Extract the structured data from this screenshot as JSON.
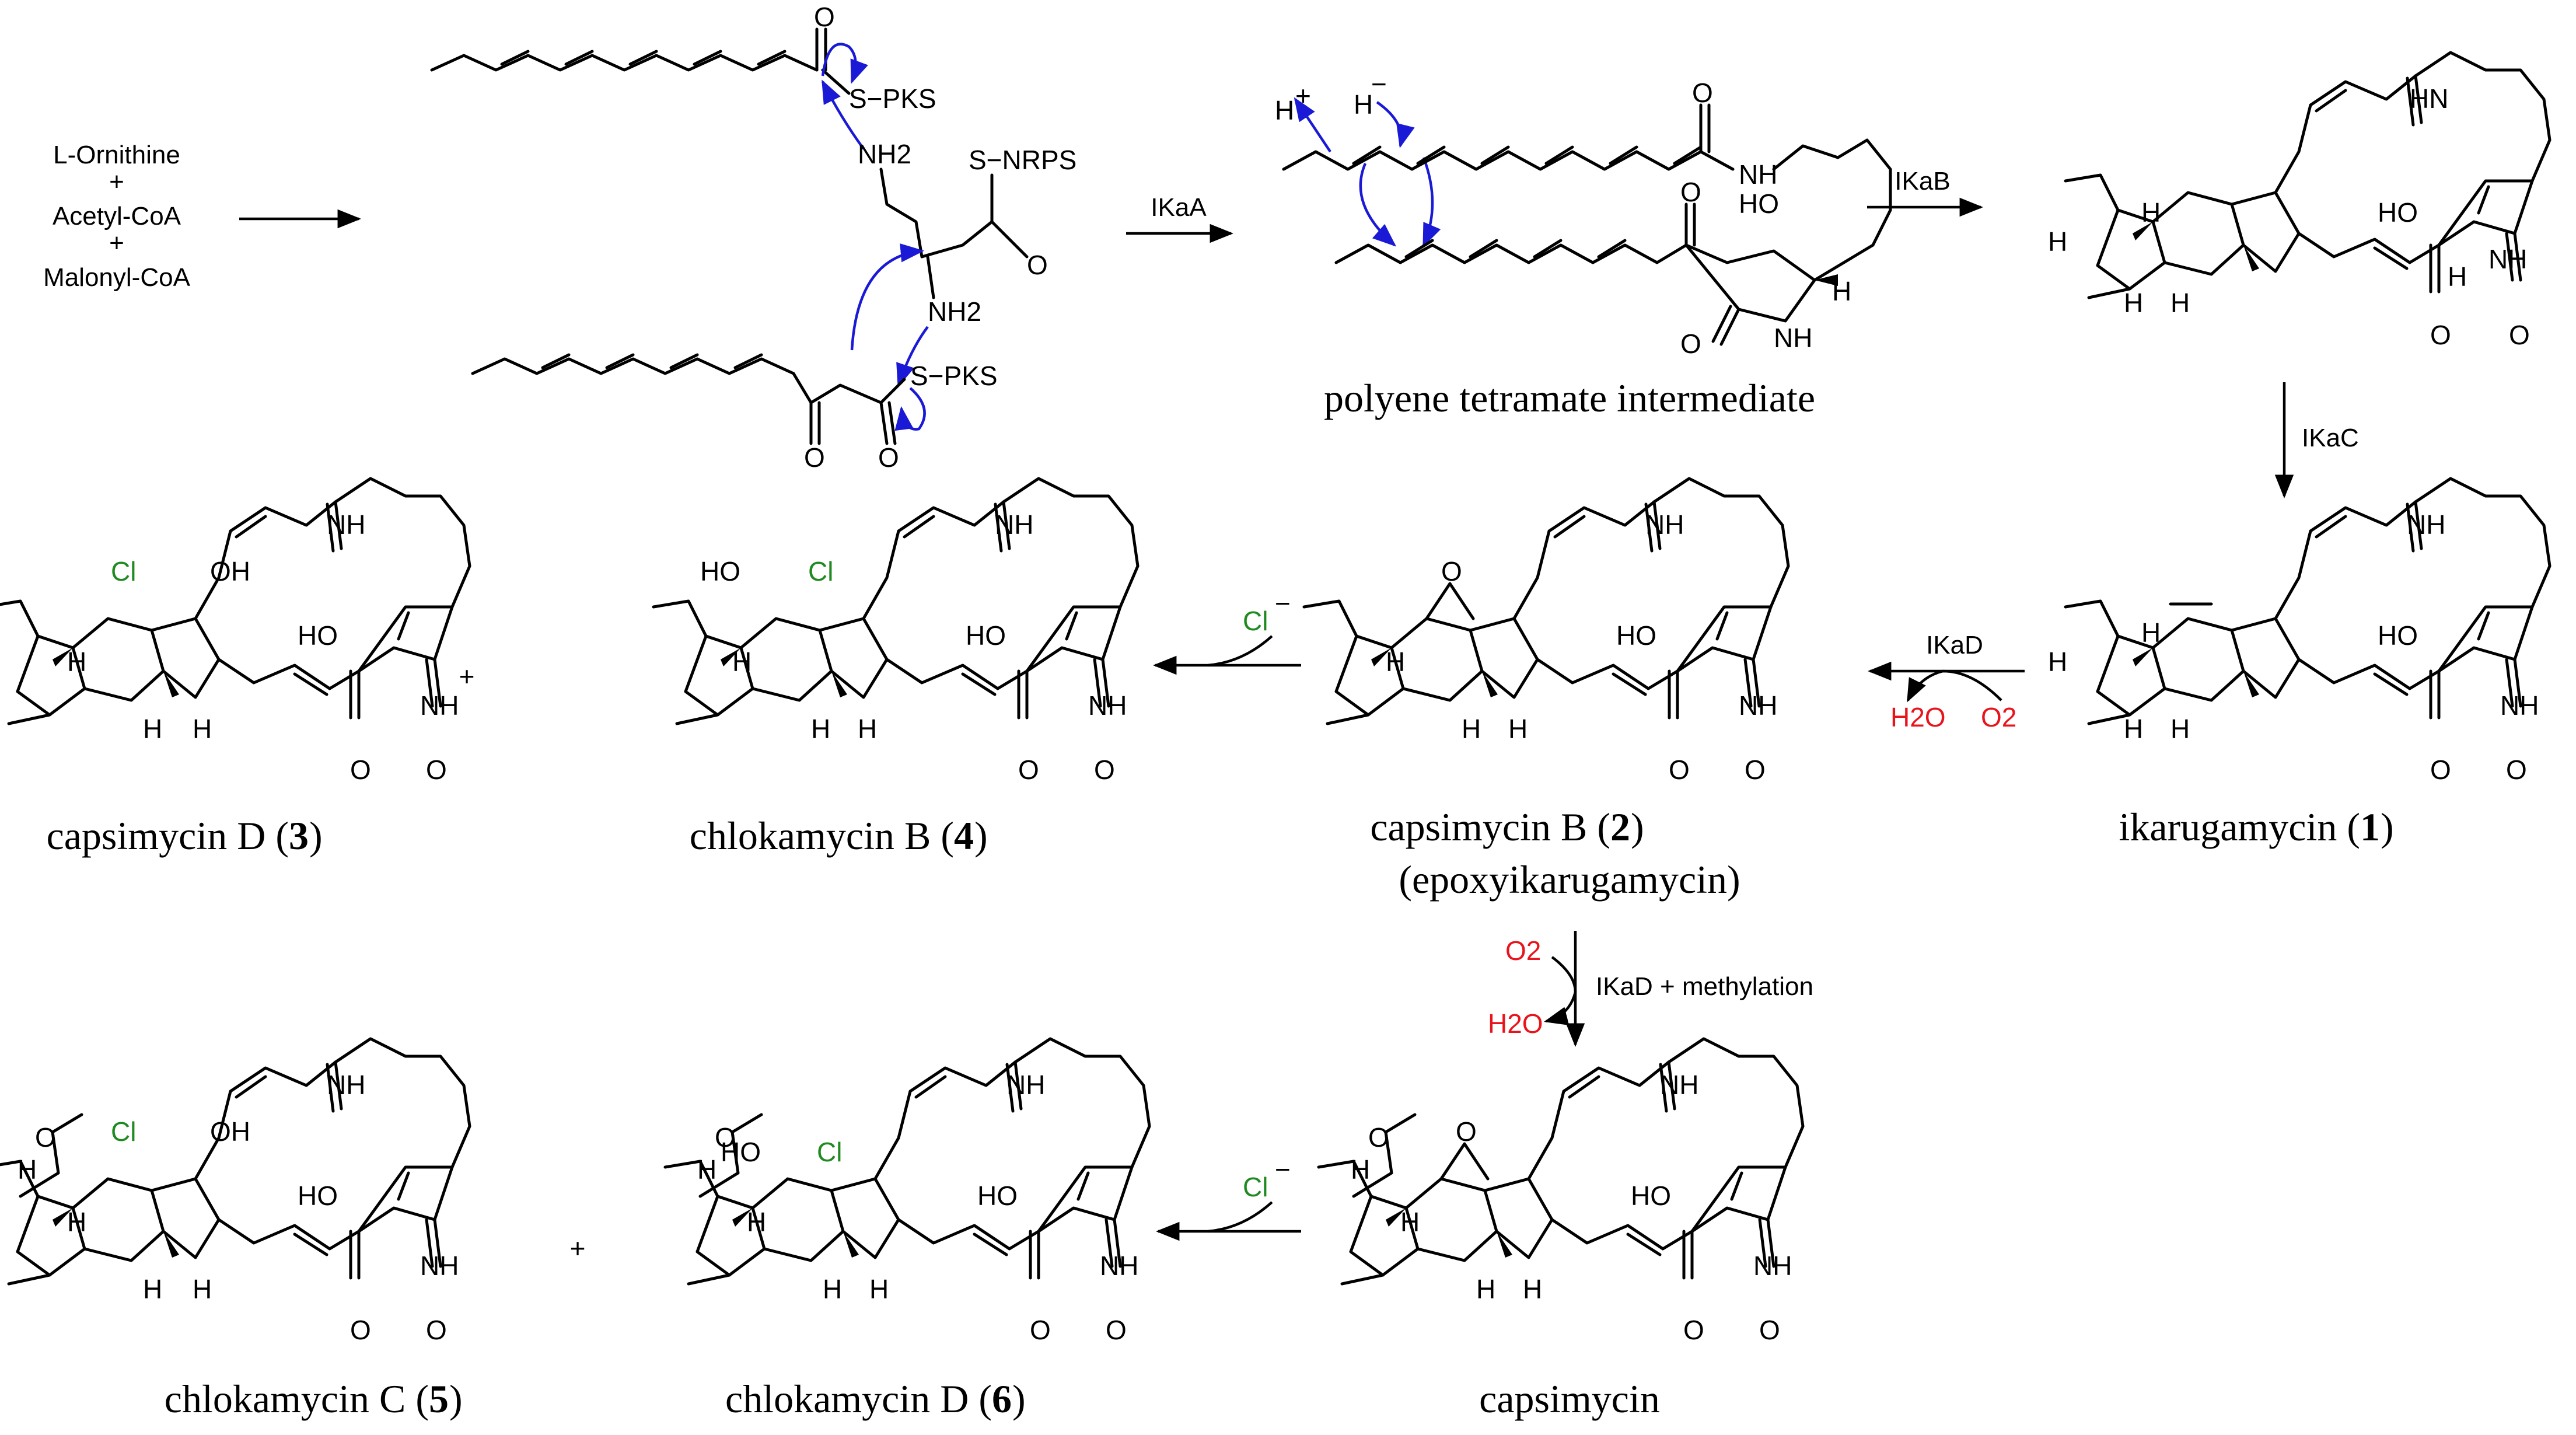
{
  "precursors": {
    "line1": "L-Ornithine",
    "plus1": "+",
    "line2": "Acetyl-CoA",
    "plus2": "+",
    "line3": "Malonyl-CoA"
  },
  "enzymes": {
    "ikaA": "IKaA",
    "ikaB": "IKaB",
    "ikaC": "IKaC",
    "ikaD": "IKaD",
    "ikaD_methylation": "IKaD + methylation"
  },
  "reagents": {
    "h2o": "H2O",
    "o2": "O2",
    "chloride": "Cl",
    "chloride_charge": "−",
    "proton": "H",
    "proton_charge": "+",
    "hydride": "H",
    "hydride_charge": "−",
    "plus_sign": "+"
  },
  "atoms": {
    "s_pks": "S−PKS",
    "s_nrps": "S−NRPS",
    "nh2": "NH2",
    "o": "O",
    "ho": "HO",
    "oh": "OH",
    "nh": "NH",
    "hn": "HN",
    "n": "N",
    "h": "H",
    "cl": "Cl"
  },
  "compounds": {
    "intermediate": "polyene tetramate intermediate",
    "c1_name": "ikarugamycin (",
    "c1_num": "1",
    "c2_name": "capsimycin B (",
    "c2_num": "2",
    "c2_alt": "(epoxyikarugamycin)",
    "c3_name": "capsimycin D (",
    "c3_num": "3",
    "c4_name": "chlokamycin B (",
    "c4_num": "4",
    "c5_name": "chlokamycin C (",
    "c5_num": "5",
    "c6_name": "chlokamycin D (",
    "c6_num": "6",
    "capsimycin": "capsimycin",
    "close": ")"
  },
  "colors": {
    "curly_arrow": "#1a1ad6",
    "oxygen_reagent": "#e8141c",
    "chlorine": "#1f8a1f"
  }
}
